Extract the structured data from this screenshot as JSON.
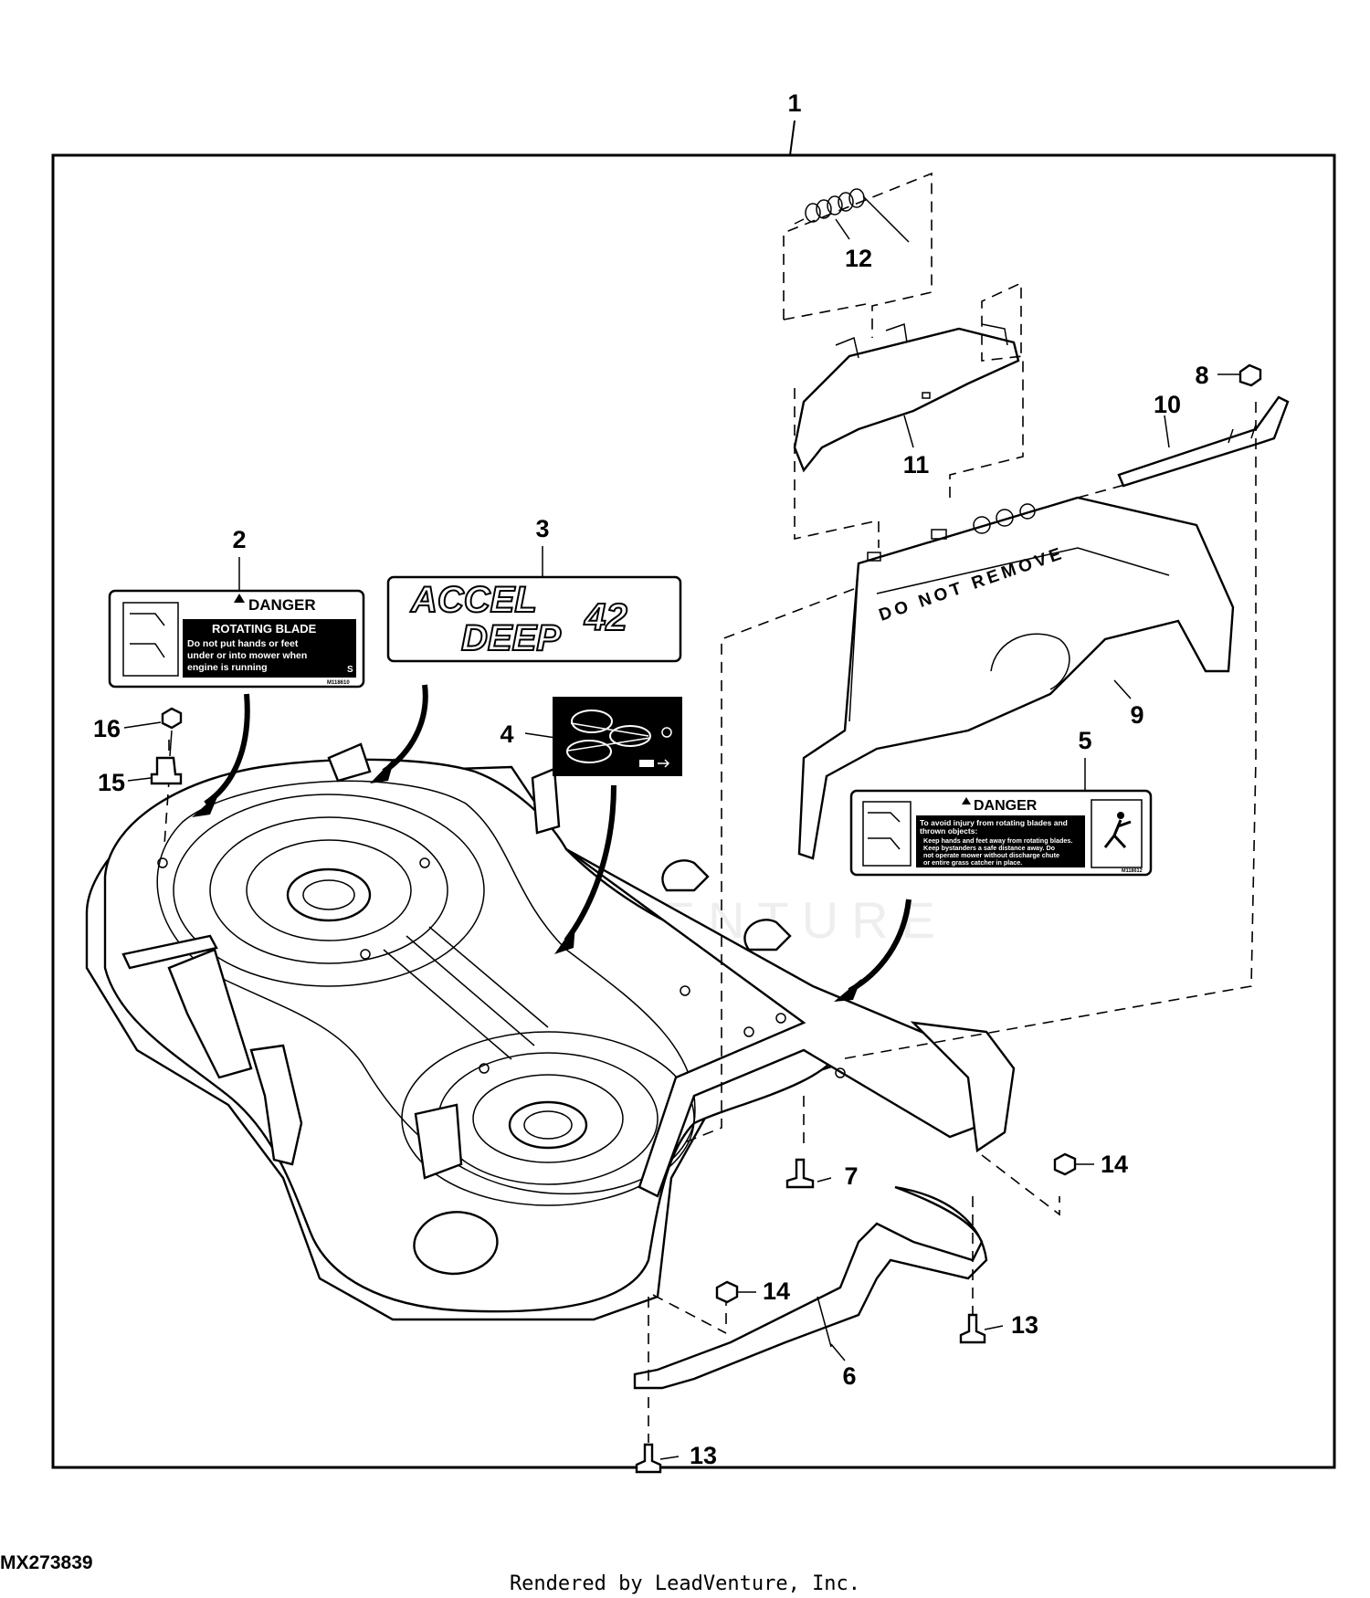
{
  "callouts": {
    "c1": "1",
    "c2": "2",
    "c3": "3",
    "c4": "4",
    "c5": "5",
    "c6": "6",
    "c7": "7",
    "c8": "8",
    "c9": "9",
    "c10": "10",
    "c11": "11",
    "c12": "12",
    "c13a": "13",
    "c13b": "13",
    "c14a": "14",
    "c14b": "14",
    "c15": "15",
    "c16": "16"
  },
  "decal_rotating_blade": {
    "header": "DANGER",
    "title": "ROTATING BLADE",
    "line1": "Do not put hands or feet",
    "line2": "under or into mower when",
    "line3": "engine is running",
    "suffix": "S",
    "part_no": "M118610"
  },
  "decal_model": {
    "line1": "ACCEL",
    "line2": "DEEP",
    "size": "42"
  },
  "decal_thrown_objects": {
    "header": "DANGER",
    "line1": "To avoid injury from rotating blades and",
    "line2": "thrown objects:",
    "line3": "Keep hands and feet away from rotating blades.",
    "line4": "Keep bystanders a safe distance away. Do",
    "line5": "not operate mower without discharge chute",
    "line6": "or entire grass catcher in place.",
    "part_no": "M118612"
  },
  "chute_text": "DO NOT REMOVE",
  "figure_id": "MX273839",
  "watermark": "LEADVENTURE",
  "credit": "Rendered by LeadVenture, Inc."
}
